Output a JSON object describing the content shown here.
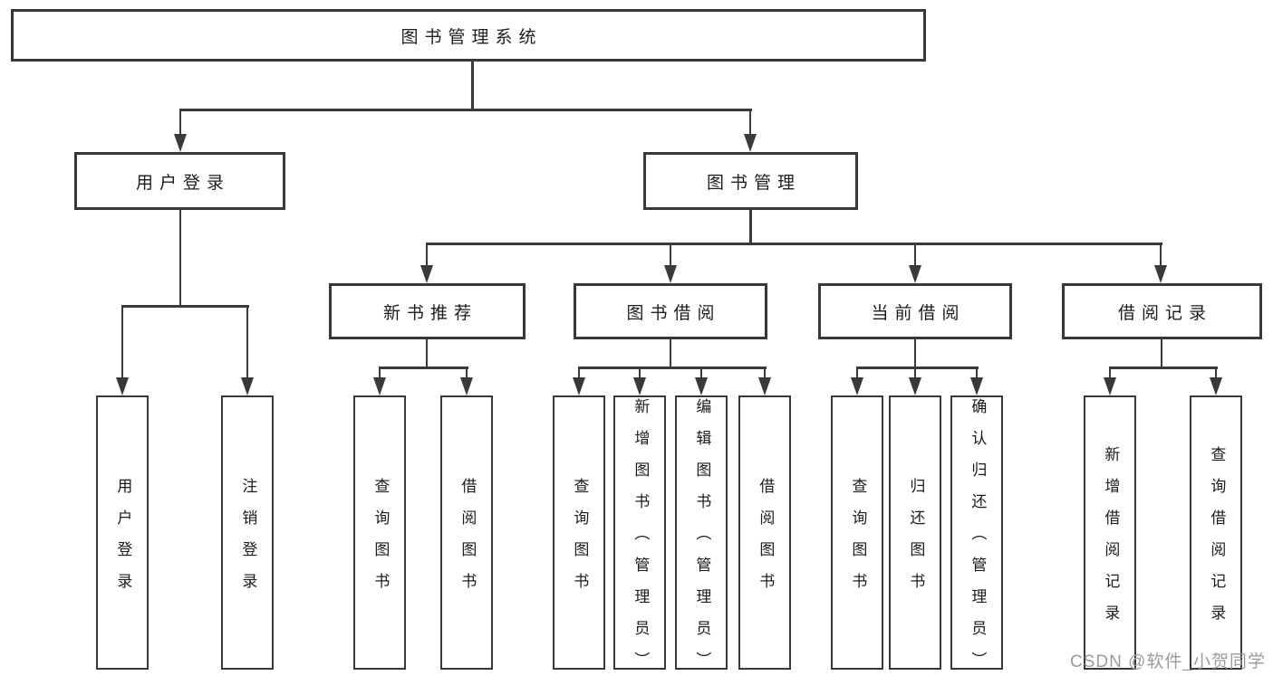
{
  "diagram": {
    "title_node": "图书管理系统",
    "root": {
      "label": "图书管理系统",
      "children": [
        {
          "label": "用户登录",
          "children": [
            {
              "label": "用户登录"
            },
            {
              "label": "注销登录"
            }
          ]
        },
        {
          "label": "图书管理",
          "children": [
            {
              "label": "新书推荐",
              "children": [
                {
                  "label": "查询图书"
                },
                {
                  "label": "借阅图书"
                }
              ]
            },
            {
              "label": "图书借阅",
              "children": [
                {
                  "label": "查询图书"
                },
                {
                  "label": "新增图书（管理员）"
                },
                {
                  "label": "编辑图书（管理员）"
                },
                {
                  "label": "借阅图书"
                }
              ]
            },
            {
              "label": "当前借阅",
              "children": [
                {
                  "label": "查询图书"
                },
                {
                  "label": "归还图书"
                },
                {
                  "label": "确认归还（管理员）"
                }
              ]
            },
            {
              "label": "借阅记录",
              "children": [
                {
                  "label": "新增借阅记录"
                },
                {
                  "label": "查询借阅记录"
                }
              ]
            }
          ]
        }
      ]
    },
    "colors": {
      "line": "#3a3a3a",
      "border": "#383838",
      "text": "#1c1c1c",
      "background": "#ffffff",
      "watermark": "#9b9b9b"
    }
  },
  "watermark": {
    "text": "CSDN @软件_小贺同学"
  }
}
